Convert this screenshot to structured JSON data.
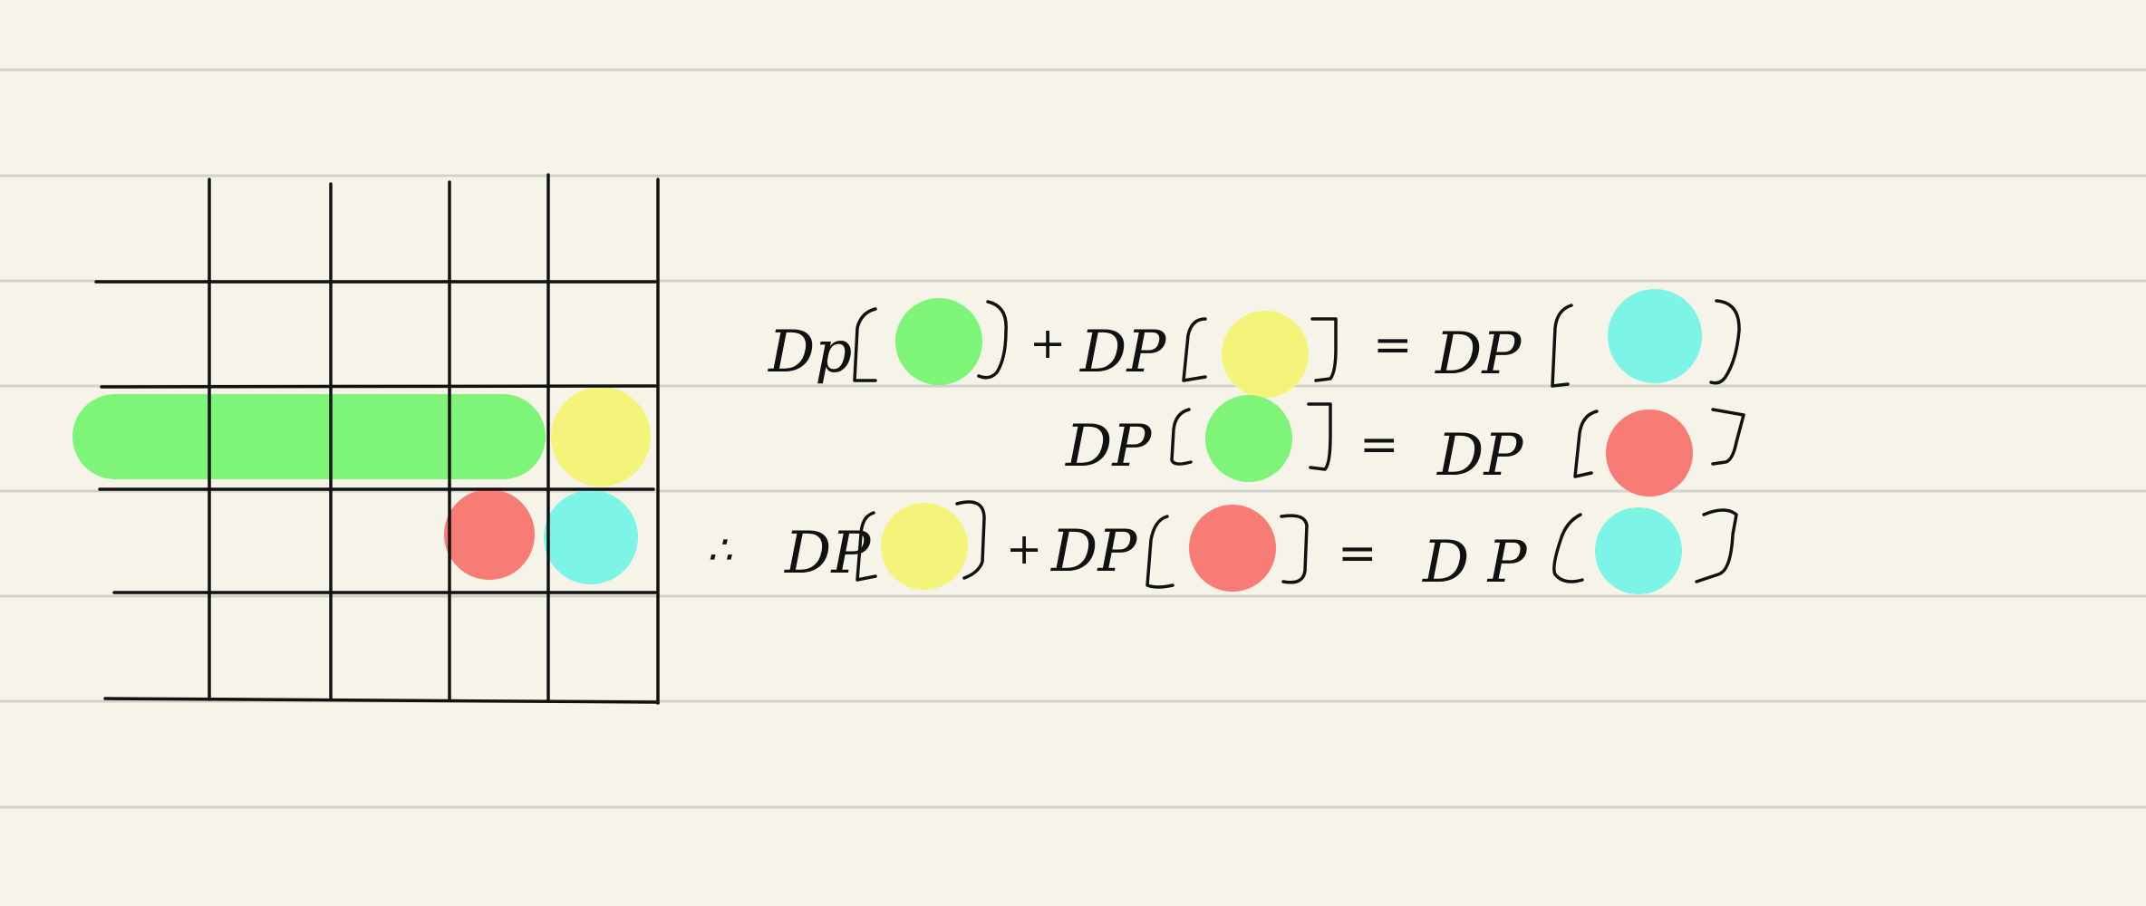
{
  "colors": {
    "paper": "#f6f4e8",
    "ruled_line": "#d2d2cc",
    "ink": "#111111",
    "green": "#7ef478",
    "yellow": "#f4f47a",
    "red": "#f87c76",
    "cyan": "#7cf4e6"
  },
  "grid": {
    "cells_highlighted": [
      {
        "color": "green",
        "shape": "horizontal-bar",
        "spans_columns": 4
      },
      {
        "color": "yellow",
        "shape": "dot"
      },
      {
        "color": "red",
        "shape": "dot"
      },
      {
        "color": "cyan",
        "shape": "dot"
      }
    ]
  },
  "equations": [
    {
      "left": [
        {
          "label": "Dp",
          "color": "green"
        },
        {
          "op": "+"
        },
        {
          "label": "DP",
          "color": "yellow"
        }
      ],
      "eq": "=",
      "right": {
        "label": "DP",
        "color": "cyan"
      }
    },
    {
      "left": [
        {
          "label": "DP",
          "color": "green"
        }
      ],
      "eq": "=",
      "right": {
        "label": "DP",
        "color": "red"
      }
    },
    {
      "prefix": "∴",
      "left": [
        {
          "label": "DP",
          "color": "yellow"
        },
        {
          "op": "+"
        },
        {
          "label": "DP",
          "color": "red"
        }
      ],
      "eq": "=",
      "right": {
        "label": "D P",
        "color": "cyan"
      }
    }
  ]
}
